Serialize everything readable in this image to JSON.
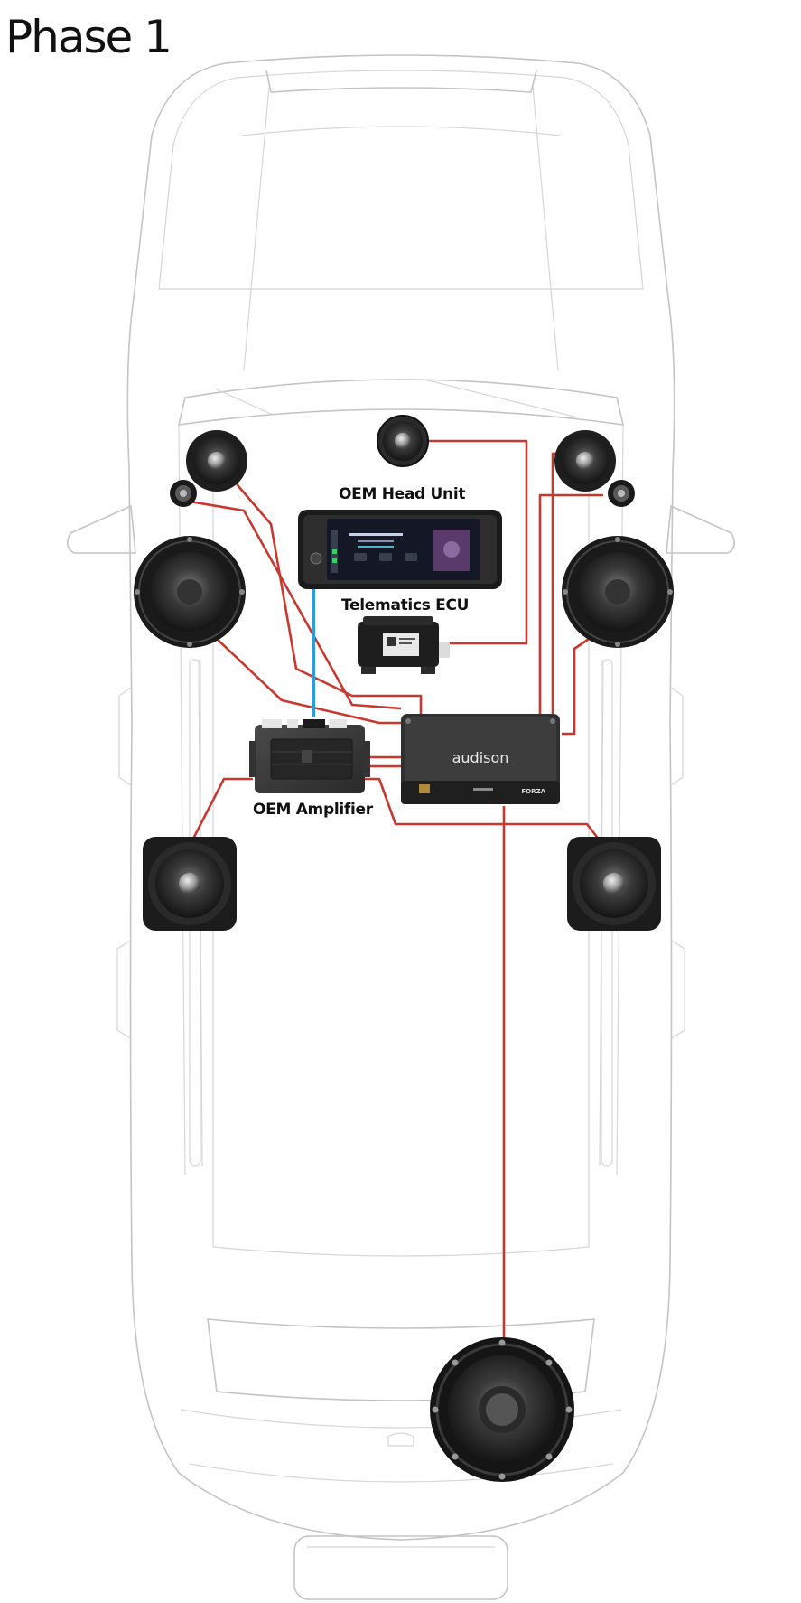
{
  "title": "Phase 1",
  "labels": {
    "head_unit": "OEM Head Unit",
    "telematics": "Telematics ECU",
    "oem_amp": "OEM Amplifier"
  },
  "amp_brand": "audison",
  "amp_model": "FORZA",
  "colors": {
    "speaker_wire": "#c8382e",
    "data_wire": "#2a9fd6",
    "car_outline": "#c4c4c4"
  }
}
